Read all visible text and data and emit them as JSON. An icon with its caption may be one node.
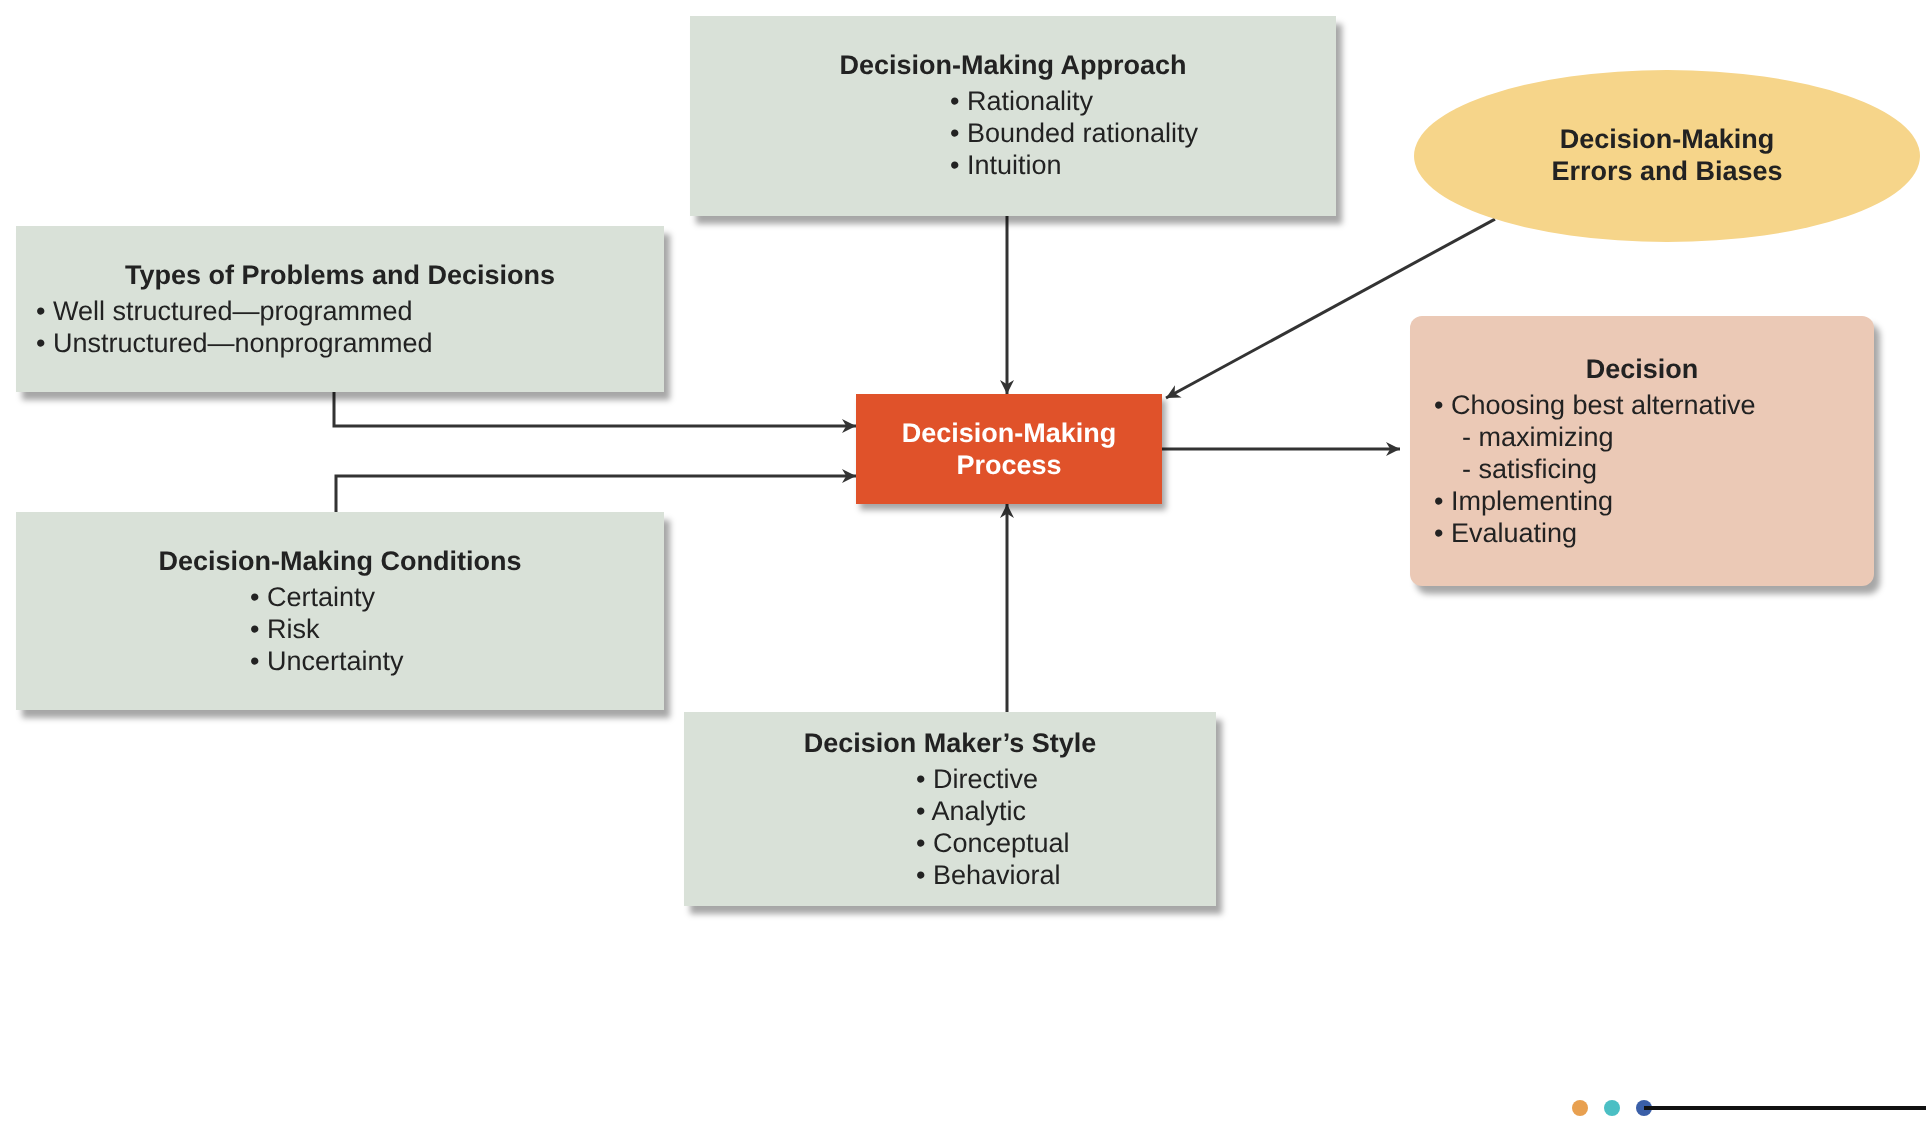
{
  "diagram": {
    "nodes": [
      {
        "text": [
          "Decision-Making Approach",
          "• Rationality",
          "• Bounded rationality",
          "• Intuition"
        ]
      },
      {
        "text": [
          "Decision-Making Errors and Biases"
        ]
      },
      {
        "text": [
          "Types of Problems and Decisions",
          "• Well structured—programmed",
          "• Unstructured—nonprogrammed"
        ]
      },
      {
        "text": [
          "Decision-Making Process"
        ]
      },
      {
        "text": [
          "Decision",
          "• Choosing best alternative",
          "- maximizing",
          "- satisficing",
          "• Implementing",
          "• Evaluating"
        ]
      },
      {
        "text": [
          "Decision-Making Conditions",
          "• Certainty",
          "• Risk",
          "• Uncertainty"
        ]
      },
      {
        "text": [
          "Decision Maker’s Style",
          "• Directive",
          "• Analytic",
          "• Conceptual",
          "• Behavioral"
        ]
      }
    ],
    "edges": [
      {
        "from": 0,
        "to": 3,
        "arrow": "to"
      },
      {
        "from": 1,
        "to": 3,
        "arrow": "to"
      },
      {
        "from": 2,
        "to": 3,
        "arrow": "to"
      },
      {
        "from": 5,
        "to": 3,
        "arrow": "to"
      },
      {
        "from": 3,
        "to": 4,
        "arrow": "to"
      },
      {
        "from": 6,
        "to": 3,
        "arrow": "to"
      }
    ]
  }
}
